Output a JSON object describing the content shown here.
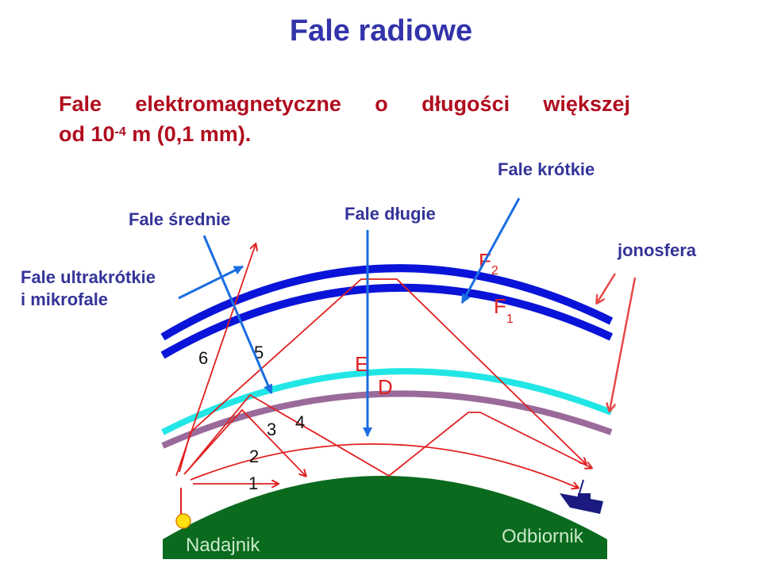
{
  "title": "Fale radiowe",
  "subtitle": {
    "line1": [
      "Fale",
      "elektromagnetyczne",
      "o",
      "długości",
      "większej"
    ],
    "line2_prefix": "od 10",
    "line2_exponent": "-4",
    "line2_suffix": " m (0,1 mm)."
  },
  "labels": {
    "fale_krotkie": "Fale krótkie",
    "fale_srednie": "Fale średnie",
    "fale_dlugie": "Fale długie",
    "jonosfera": "jonosfera",
    "ultrakrotkie_line1": "Fale ultrakrótkie",
    "ultrakrotkie_line2": "i mikrofale"
  },
  "layers": {
    "F2": "F",
    "F2_sub": "2",
    "F1": "F",
    "F1_sub": "1",
    "E": "E",
    "D": "D"
  },
  "path_numbers": [
    "1",
    "2",
    "3",
    "4",
    "5",
    "6"
  ],
  "ground": {
    "transmitter": "Nadajnik",
    "receiver": "Odbiornik"
  },
  "colors": {
    "title": "#3333aa",
    "subtitle": "#b00d1e",
    "label": "#343499",
    "f_layers": "#0a14d8",
    "e_layer": "#22e6e6",
    "d_layer": "#9a6a9a",
    "rays": "#e02020",
    "pointer_arrows": "#1a6ee0",
    "ground": "#0a6a1e"
  }
}
